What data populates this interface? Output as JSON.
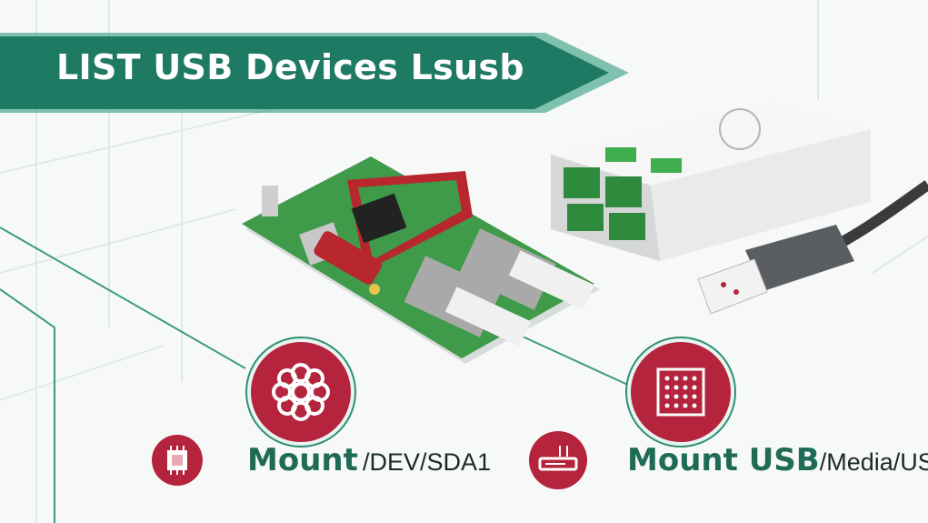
{
  "banner": {
    "title": "LIST USB Devices Lsusb"
  },
  "items": [
    {
      "label": "Mount",
      "path": "/DEV/SDA1",
      "icon": "chip-icon",
      "big_icon": "flower-icon"
    },
    {
      "label": "Mount USB",
      "path": "/Media/US",
      "icon": "usb-drive-icon",
      "big_icon": "grid-chip-icon"
    }
  ],
  "colors": {
    "banner": "#1f7a63",
    "accent": "#b5243d",
    "line": "#2d8f73"
  }
}
